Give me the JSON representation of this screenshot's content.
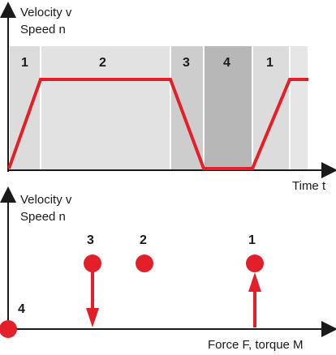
{
  "top_plot": {
    "y_label_line1": "Velocity v",
    "y_label_line2": "Speed n",
    "x_label": "Time t",
    "phases": [
      "1",
      "2",
      "3",
      "4",
      "1"
    ]
  },
  "bottom_plot": {
    "y_label_line1": "Velocity v",
    "y_label_line2": "Speed n",
    "x_label": "Force F, torque M",
    "points": [
      "3",
      "2",
      "1",
      "4"
    ]
  },
  "colors": {
    "curve": "#e3202a",
    "phase_light": "#e0e0e0",
    "phase_mid": "#cfcfcf",
    "phase_dark": "#b9b9b9",
    "axis": "#1a1a1a"
  }
}
